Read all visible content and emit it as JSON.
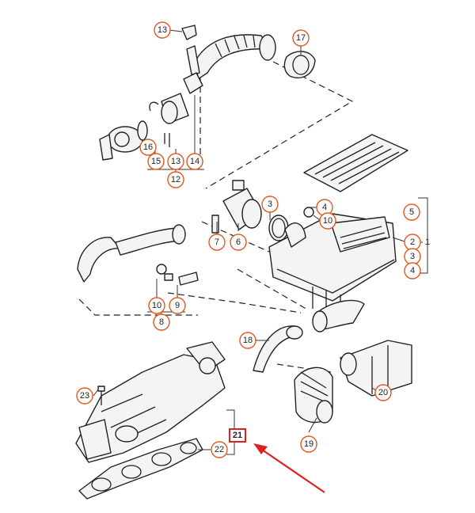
{
  "callouts": [
    {
      "label": "13"
    },
    {
      "label": "17"
    },
    {
      "label": "16"
    },
    {
      "label": "15"
    },
    {
      "label": "13"
    },
    {
      "label": "14"
    },
    {
      "label": "12"
    },
    {
      "label": "3"
    },
    {
      "label": "4"
    },
    {
      "label": "10"
    },
    {
      "label": "5"
    },
    {
      "label": "7"
    },
    {
      "label": "6"
    },
    {
      "label": "2"
    },
    {
      "label": "1"
    },
    {
      "label": "3"
    },
    {
      "label": "4"
    },
    {
      "label": "10"
    },
    {
      "label": "9"
    },
    {
      "label": "8"
    },
    {
      "label": "18"
    },
    {
      "label": "20"
    },
    {
      "label": "23"
    },
    {
      "label": "22"
    },
    {
      "label": "19"
    }
  ],
  "highlighted": {
    "label": "21"
  },
  "colors": {
    "callout_ring": "#e05a1e",
    "highlight": "#e0201e",
    "arrow": "#e0201e"
  }
}
